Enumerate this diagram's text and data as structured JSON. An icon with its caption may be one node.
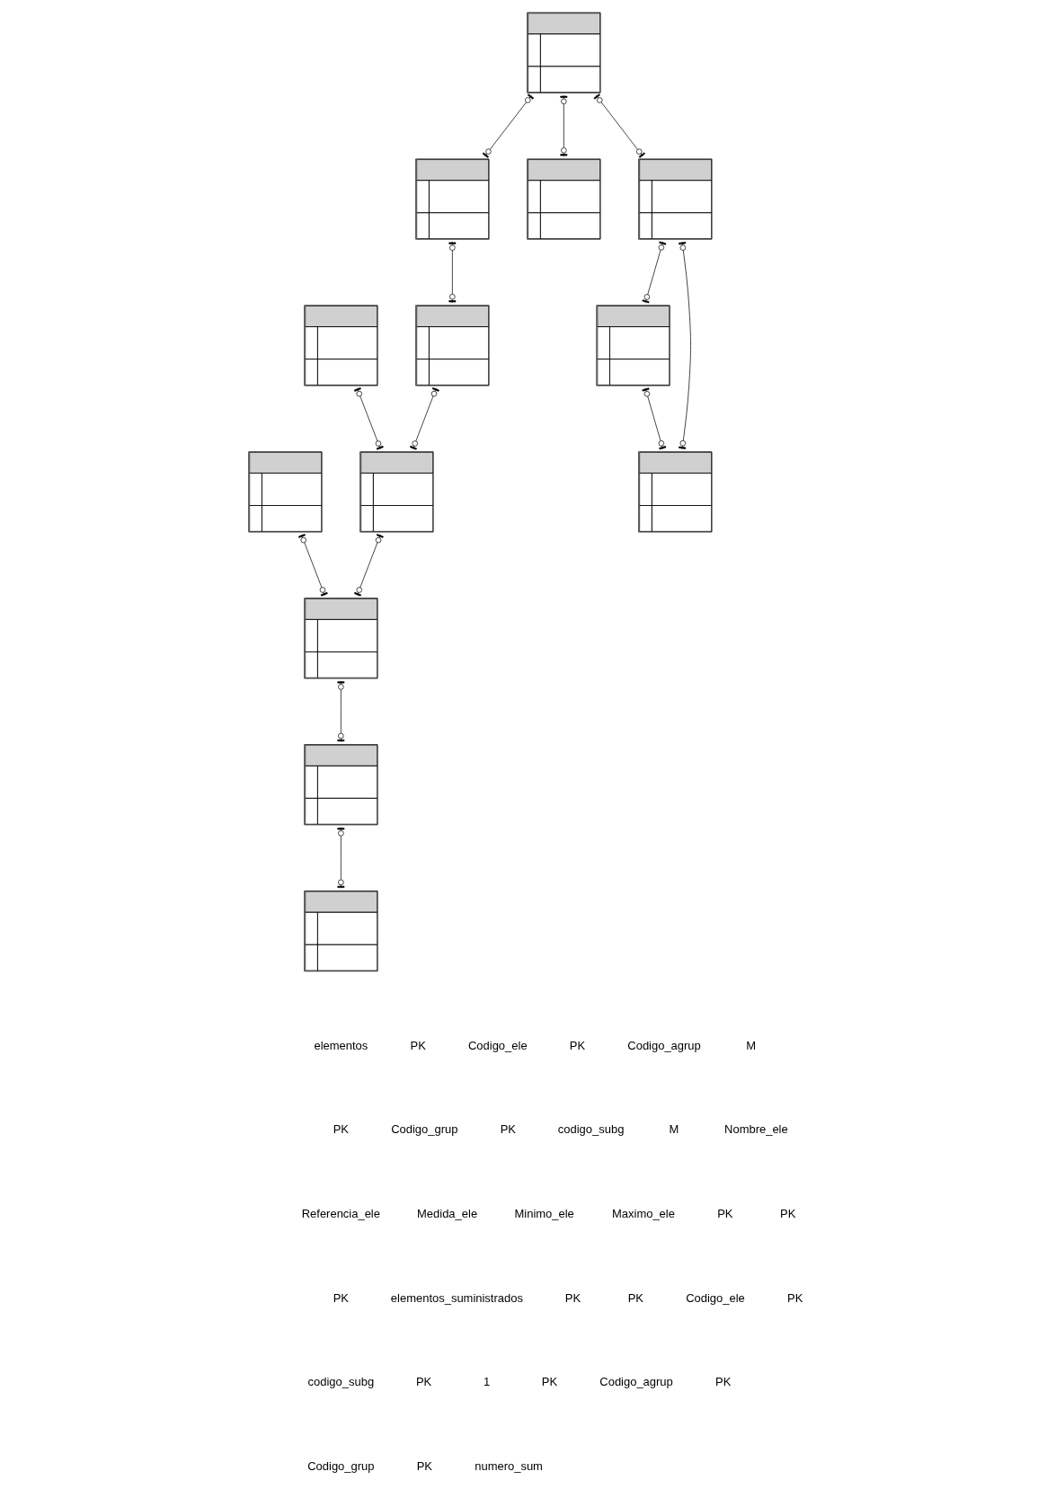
{
  "diagram": {
    "nodes": [
      {
        "text": [],
        "shape": "box"
      },
      {
        "text": [],
        "shape": "box"
      },
      {
        "text": [],
        "shape": "box"
      },
      {
        "text": [],
        "shape": "box"
      },
      {
        "text": [],
        "shape": "box"
      },
      {
        "text": [],
        "shape": "box"
      },
      {
        "text": [],
        "shape": "box"
      },
      {
        "text": [],
        "shape": "box"
      },
      {
        "text": [],
        "shape": "box"
      },
      {
        "text": [],
        "shape": "box"
      },
      {
        "text": [],
        "shape": "box"
      },
      {
        "text": [],
        "shape": "box"
      },
      {
        "text": [],
        "shape": "box"
      }
    ],
    "edges": [
      {
        "from": 0,
        "to": 1,
        "arrow": "other"
      },
      {
        "from": 4,
        "to": 0,
        "arrow": "other"
      },
      {
        "from": 1,
        "to": 3,
        "arrow": "other"
      },
      {
        "from": 2,
        "to": 3,
        "arrow": "other"
      },
      {
        "from": 4,
        "to": 5,
        "arrow": "other"
      },
      {
        "from": 4,
        "to": 8,
        "arrow": "other"
      },
      {
        "from": 3,
        "to": 6,
        "arrow": "other"
      },
      {
        "from": 7,
        "to": 6,
        "arrow": "other"
      },
      {
        "from": 6,
        "to": 9,
        "arrow": "other"
      },
      {
        "from": 8,
        "to": 11,
        "arrow": "other"
      },
      {
        "from": 8,
        "to": 10,
        "arrow": "other"
      },
      {
        "from": 10,
        "to": 11,
        "arrow": "other"
      },
      {
        "from": 9,
        "to": 12,
        "arrow": "other"
      }
    ],
    "labels": [
      "elementos",
      "PK",
      "Codigo_ele",
      "PK",
      "Codigo_agrup",
      "M",
      "PK",
      "Codigo_grup",
      "PK",
      "codigo_subg",
      "M",
      "Nombre_ele",
      "Referencia_ele",
      "Medida_ele",
      "Minimo_ele",
      "Maximo_ele",
      "PK",
      "PK",
      "PK",
      "elementos_suministrados",
      "PK",
      "PK",
      "Codigo_ele",
      "PK",
      "codigo_subg",
      "PK",
      "1",
      "PK",
      "Codigo_agrup",
      "PK",
      "Codigo_grup",
      "PK",
      "numero_sum"
    ]
  }
}
